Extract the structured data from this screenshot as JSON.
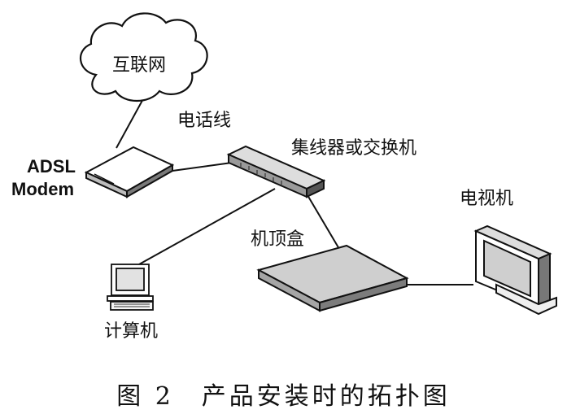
{
  "labels": {
    "internet": "互联网",
    "phone_line": "电话线",
    "modem_line1": "ADSL",
    "modem_line2": "Modem",
    "switch": "集线器或交换机",
    "tv": "电视机",
    "stb": "机顶盒",
    "computer": "计算机"
  },
  "caption": "图 2　产品安装时的拓扑图",
  "colors": {
    "ink": "#111111",
    "device_light": "#d9d9d9",
    "device_mid": "#9a9a9a",
    "screen": "#cfcfcf"
  }
}
